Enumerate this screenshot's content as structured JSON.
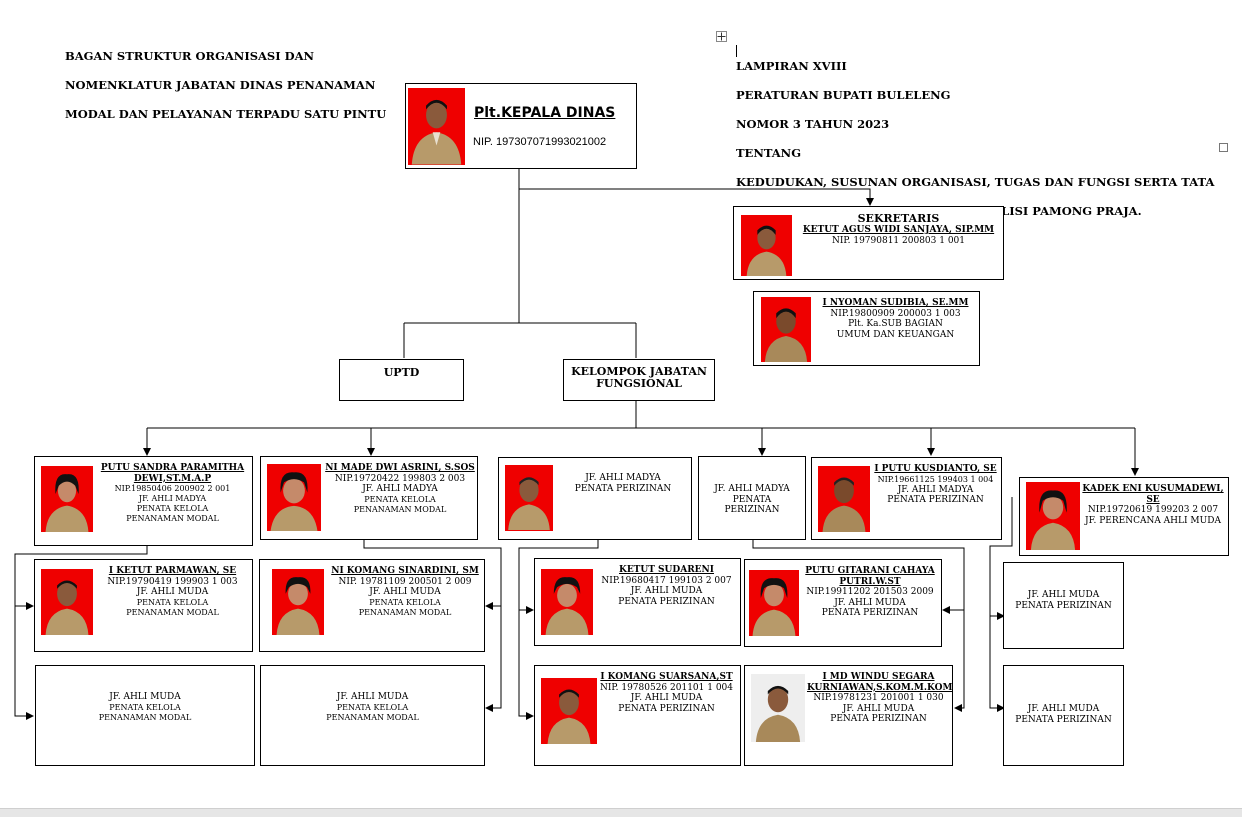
{
  "header_left": {
    "line1": "BAGAN STRUKTUR ORGANISASI DAN",
    "line2": "NOMENKLATUR JABATAN DINAS PENANAMAN",
    "line3": "MODAL DAN PELAYANAN TERPADU SATU PINTU"
  },
  "header_right": {
    "line1": "LAMPIRAN XVIII",
    "line2": "PERATURAN BUPATI BULELENG",
    "line3": "NOMOR 3 TAHUN 2023",
    "line4": "TENTANG",
    "line5": "KEDUDUKAN, SUSUNAN ORGANISASI, TUGAS DAN FUNGSI SERTA TATA",
    "line6": "KERJA DINAS DAERAH DAN SATUAN POLISI PAMONG PRAJA."
  },
  "kepala": {
    "title": "Plt.KEPALA DINAS",
    "nip": "NIP. 197307071993021002"
  },
  "sekretaris": {
    "title": "SEKRETARIS",
    "name": "KETUT AGUS WIDI SANJAYA, SIP.MM",
    "nip": "NIP. 19790811 200803 1 001"
  },
  "kasubag": {
    "name": "I NYOMAN SUDIBIA, SE.MM",
    "nip": "NIP.19800909 200003 1 003",
    "role1": "Plt. Ka.SUB BAGIAN",
    "role2": "UMUM DAN KEUANGAN"
  },
  "uptd": {
    "label": "UPTD"
  },
  "kjf": {
    "line1": "KELOMPOK JABATAN",
    "line2": "FUNGSIONAL"
  },
  "people": {
    "p1": {
      "name1": "PUTU SANDRA PARAMITHA",
      "name2": "DEWI,ST.M.A.P",
      "nip": "NIP.19850406 200902 2 001",
      "r1": "JF. AHLI MADYA",
      "r2": "PENATA KELOLA",
      "r3": "PENANAMAN MODAL"
    },
    "p2": {
      "name": "NI MADE DWI ASRINI, S.SOS",
      "nip": "NIP.19720422 199803 2 003",
      "r1": "JF. AHLI MADYA",
      "r2": "PENATA KELOLA",
      "r3": "PENANAMAN MODAL"
    },
    "p3": {
      "r1": "JF. AHLI MADYA",
      "r2": "PENATA PERIZINAN"
    },
    "p4": {
      "r1": "JF. AHLI MADYA",
      "r2": "PENATA",
      "r3": "PERIZINAN"
    },
    "p5": {
      "name": "I PUTU KUSDIANTO, SE",
      "nip": "NIP.19661125 199403 1 004",
      "r1": "JF. AHLI MADYA",
      "r2": "PENATA PERIZINAN"
    },
    "p6": {
      "name": "KADEK ENI KUSUMADEWI, SE",
      "nip": "NIP.19720619 199203 2 007",
      "r1": "JF. PERENCANA AHLI MUDA"
    },
    "p7": {
      "name": "I KETUT PARMAWAN, SE",
      "nip": "NIP.19790419 199903 1 003",
      "r1": "JF. AHLI MUDA",
      "r2": "PENATA KELOLA",
      "r3": "PENANAMAN MODAL"
    },
    "p8": {
      "name": "NI KOMANG SINARDINI, SM",
      "nip": "NIP. 19781109 200501 2 009",
      "r1": "JF. AHLI MUDA",
      "r2": "PENATA KELOLA",
      "r3": "PENANAMAN MODAL"
    },
    "p9": {
      "name": "KETUT SUDARENI",
      "nip": "NIP.19680417 199103 2 007",
      "r1": "JF. AHLI MUDA",
      "r2": "PENATA PERIZINAN"
    },
    "p10": {
      "name1": "PUTU GITARANI CAHAYA",
      "name2": "PUTRI.W.ST",
      "nip": "NIP.19911202 201503 2009",
      "r1": "JF. AHLI MUDA",
      "r2": "PENATA PERIZINAN"
    },
    "p11": {
      "r1": "JF. AHLI MUDA",
      "r2": "PENATA PERIZINAN"
    },
    "p12": {
      "r1": "JF. AHLI MUDA",
      "r2": "PENATA KELOLA",
      "r3": "PENANAMAN MODAL"
    },
    "p13": {
      "r1": "JF. AHLI MUDA",
      "r2": "PENATA KELOLA",
      "r3": "PENANAMAN MODAL"
    },
    "p14": {
      "name": "I KOMANG SUARSANA,ST",
      "nip": "NIP. 19780526 201101 1 004",
      "r1": "JF. AHLI MUDA",
      "r2": "PENATA PERIZINAN"
    },
    "p15": {
      "name1": "I MD WINDU SEGARA",
      "name2": "KURNIAWAN,S.KOM.M.KOM",
      "nip": "NIP.19781231 201001 1 030",
      "r1": "JF. AHLI MUDA",
      "r2": "PENATA PERIZINAN"
    },
    "p16": {
      "r1": "JF. AHLI MUDA",
      "r2": "PENATA PERIZINAN"
    }
  }
}
